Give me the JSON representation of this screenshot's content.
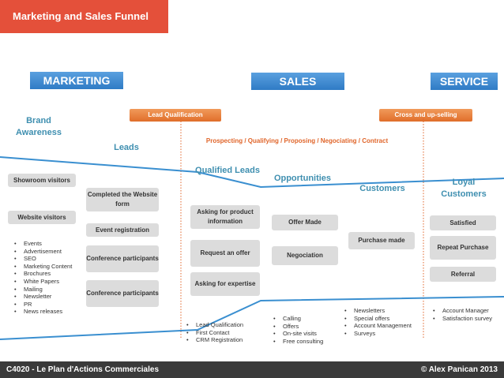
{
  "title": "Marketing and Sales Funnel",
  "stages": {
    "marketing": "MARKETING",
    "sales": "SALES",
    "service": "SERVICE"
  },
  "transitions": {
    "lead_qualification": "Lead Qualification",
    "cross_up_selling": "Cross and up-selling"
  },
  "process_text": "Prospecting / Qualifying / Proposing / Negociating / Contract",
  "phases": {
    "brand_awareness": "Brand Awareness",
    "leads": "Leads",
    "qualified_leads": "Qualified Leads",
    "opportunities": "Opportunities",
    "customers": "Customers",
    "loyal_customers": "Loyal Customers"
  },
  "boxes": {
    "showroom_visitors": "Showroom visitors",
    "website_visitors": "Website visitors",
    "completed_form": "Completed the Website form",
    "event_registration": "Event registration",
    "conference_1": "Conference participants",
    "conference_2": "Conference participants",
    "asking_product_info": "Asking for product information",
    "request_offer": "Request an offer",
    "asking_expertise": "Asking for expertise",
    "offer_made": "Offer Made",
    "negociation": "Negociation",
    "purchase_made": "Purchase made",
    "satisfied": "Satisfied",
    "repeat_purchase": "Repeat Purchase",
    "referral": "Referral"
  },
  "lists": {
    "marketing": [
      "Events",
      "Advertisement",
      "SEO",
      "Marketing Content",
      "Brochures",
      "White Papers",
      "Mailing",
      "Newsletter",
      "PR",
      "News releases"
    ],
    "qualification": [
      "Lead Qualification",
      "First Contact",
      "CRM Registration"
    ],
    "sales": [
      "Calling",
      "Offers",
      "On-site visits",
      "Free consulting"
    ],
    "customers": [
      "Newsletters",
      "Special offers",
      "Account Management",
      "Surveys"
    ],
    "service": [
      "Account Manager",
      "Satisfaction survey"
    ]
  },
  "footer": {
    "left": "C4020 - Le Plan d'Actions Commerciales",
    "right": "© Alex Panican 2013"
  },
  "colors": {
    "title_bg": "#e4503a",
    "stage_blue": "#2f7bc5",
    "orange": "#e06e2a",
    "teal_text": "#3f8fb0",
    "line": "#3a8fd0"
  }
}
